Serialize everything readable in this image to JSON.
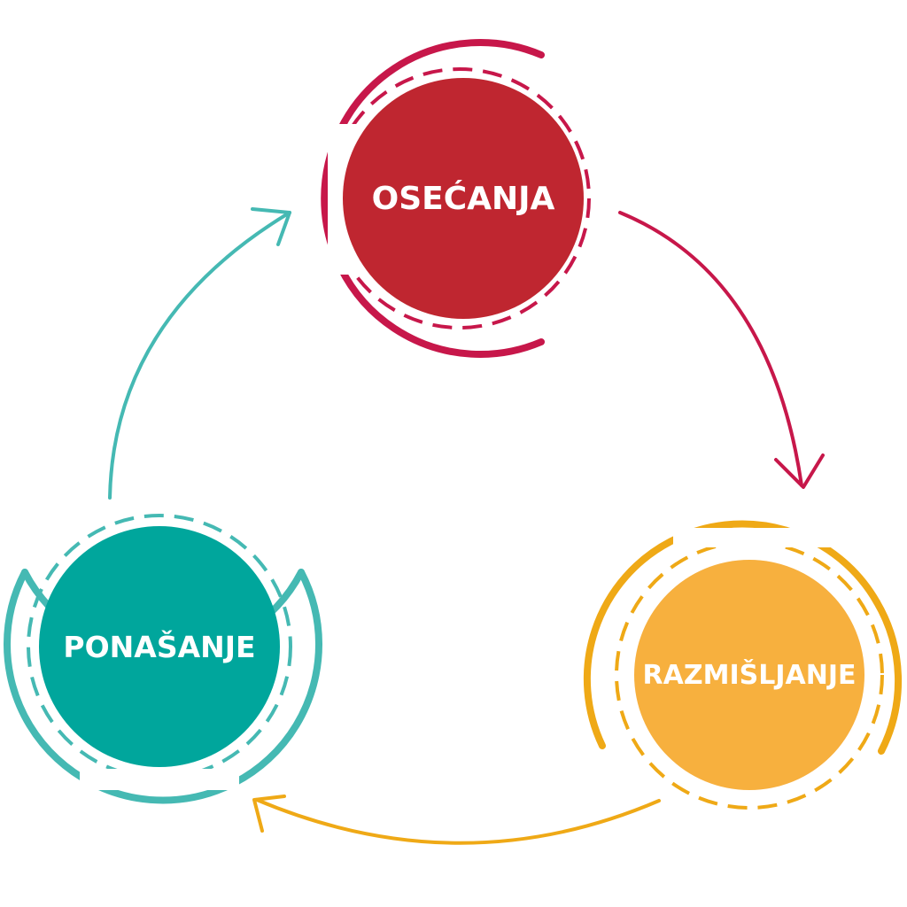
{
  "nodes": {
    "feelings": {
      "label": "OSEĆANJA",
      "color": "#BF2630",
      "ring_color": "#C7174A"
    },
    "thinking": {
      "label": "RAZMIŠLJANJE",
      "color": "#F7B03E",
      "ring_color": "#EFA916"
    },
    "behavior": {
      "label": "PONAŠANJE",
      "color": "#00A69C",
      "ring_color": "#45B9B3"
    }
  },
  "arrows": {
    "feelings_to_thinking": {
      "color": "#C7174A"
    },
    "thinking_to_behavior": {
      "color": "#EFA916"
    },
    "behavior_to_feelings": {
      "color": "#45B9B3"
    }
  }
}
